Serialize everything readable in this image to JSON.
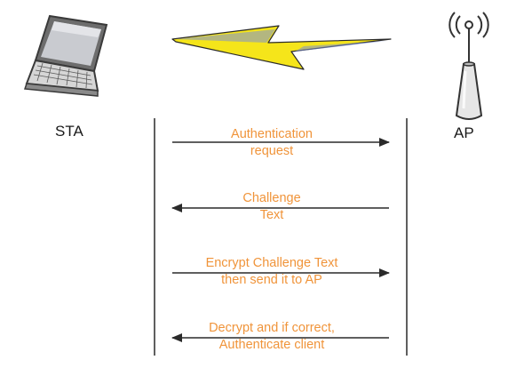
{
  "nodes": {
    "sta_label": "STA",
    "ap_label": "AP"
  },
  "messages": [
    {
      "line1": "Authentication",
      "line2": "request",
      "direction": "right"
    },
    {
      "line1": "Challenge",
      "line2": "Text",
      "direction": "left"
    },
    {
      "line1": "Encrypt Challenge Text",
      "line2": "then send it to AP",
      "direction": "right"
    },
    {
      "line1": "Decrypt and if correct,",
      "line2": "Authenticate client",
      "direction": "left"
    }
  ],
  "colors": {
    "message_text": "#f0943a",
    "arrow": "#2a2a2a",
    "lightning": "#f5e51a"
  },
  "icons": {
    "sta": "laptop-icon",
    "ap": "access-point-icon",
    "link": "lightning-bolt-icon"
  }
}
